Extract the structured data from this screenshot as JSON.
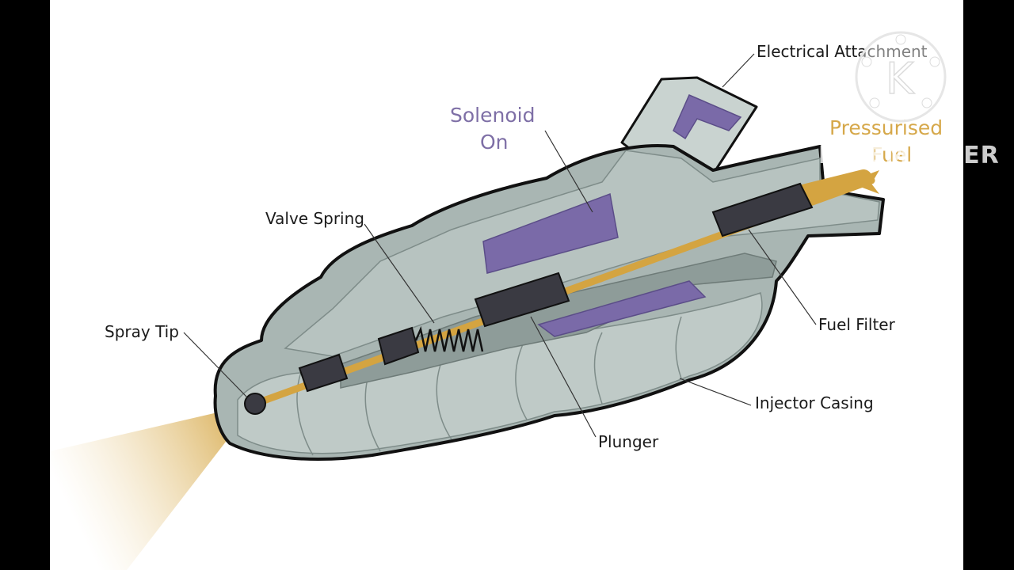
{
  "labels": {
    "electrical_attachment": "Electrical Attachment",
    "solenoid_line1": "Solenoid",
    "solenoid_line2": "On",
    "pressurised_line1": "Pressurised",
    "pressurised_line2": "Fuel",
    "valve_spring": "Valve Spring",
    "spray_tip": "Spray Tip",
    "fuel_filter": "Fuel Filter",
    "injector_casing": "Injector Casing",
    "plunger": "Plunger"
  },
  "watermark": {
    "brand": "KINEMASTER"
  },
  "colors": {
    "casing": "#a9b6b3",
    "casing_dark": "#8e9c99",
    "casing_light": "#c9d3d0",
    "solenoid": "#7a6aa8",
    "fuel": "#d4a441",
    "plunger": "#3a3a42",
    "outline": "#111111"
  }
}
